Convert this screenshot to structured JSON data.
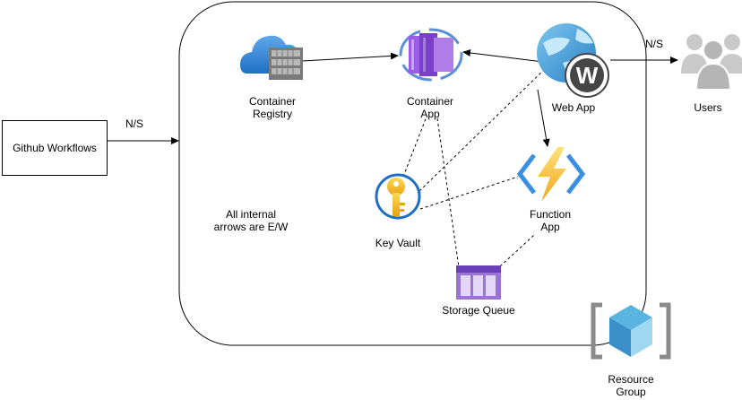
{
  "nodes": {
    "github": {
      "label": "Github Workflows"
    },
    "container_registry": {
      "line1": "Container",
      "line2": "Registry"
    },
    "container_app": {
      "line1": "Container",
      "line2": "App"
    },
    "web_app": {
      "label": "Web App"
    },
    "users": {
      "label": "Users"
    },
    "key_vault": {
      "label": "Key Vault"
    },
    "function_app": {
      "line1": "Function",
      "line2": "App"
    },
    "storage_queue": {
      "label": "Storage Queue"
    },
    "resource_group": {
      "line1": "Resource",
      "line2": "Group"
    }
  },
  "edges": {
    "github_ns": "N/S",
    "users_ns": "N/S"
  },
  "note": {
    "line1": "All  internal",
    "line2": "arrows are E/W"
  },
  "colors": {
    "line": "#000000",
    "azure_blue": "#2f86d6",
    "container_purple": "#7b3fc9",
    "keyvault_yellow": "#f2c12e",
    "function_yellow": "#f6c92b",
    "storage_purple": "#9b72d6",
    "resource_teal": "#4aa7d6",
    "users_gray": "#c9c9c9"
  },
  "icons": [
    "container-registry-icon",
    "container-app-icon",
    "web-app-icon",
    "wordpress-icon",
    "users-icon",
    "key-vault-icon",
    "function-app-icon",
    "storage-queue-icon",
    "resource-group-icon"
  ]
}
